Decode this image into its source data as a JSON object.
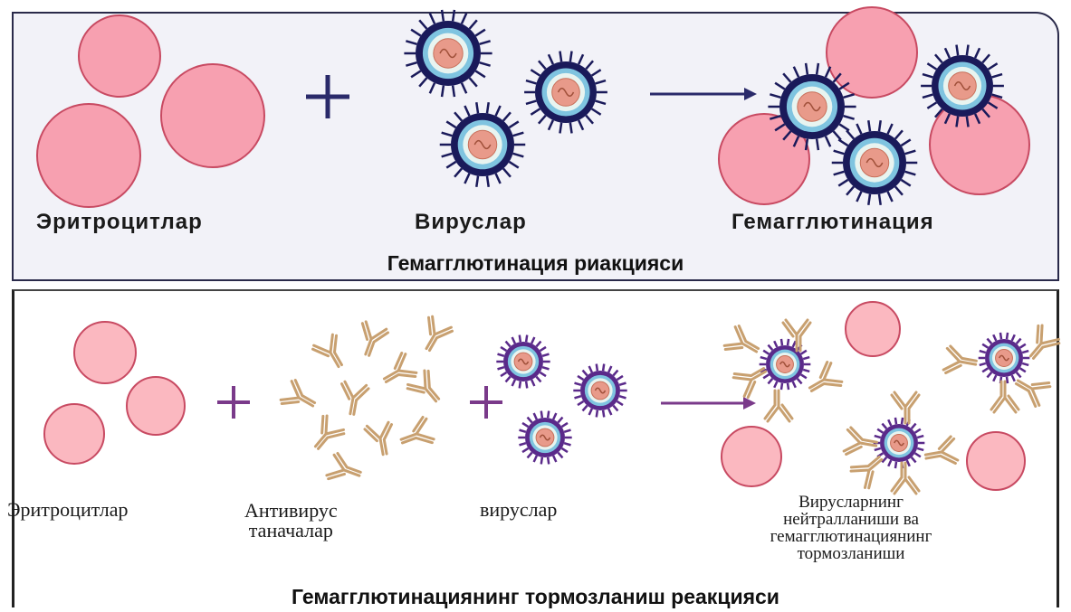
{
  "top_panel": {
    "labels": {
      "erythrocytes": "Эритроцитлар",
      "viruses": "Вируслар",
      "result": "Гемагглютинация"
    },
    "caption": "Гемагглютинация риакцияси"
  },
  "bottom_panel": {
    "labels": {
      "erythrocytes": "Эритроцитлар",
      "antibodies": "Антивирус\nтаначалар",
      "viruses": "вируслар",
      "result": "Вирусларнинг\nнейтралланиши ва\nгемагглютинациянинг\nтормозланиши"
    },
    "caption": "Гемагглютинациянинг тормозланиш реакцияси"
  },
  "colors": {
    "erythrocyte_fill": "#f7a0b0",
    "erythrocyte_stroke": "#c84a62",
    "virus_spike_top": "#1a1a5a",
    "virus_spike_bottom": "#5a2a8a",
    "antibody": "#c8a070",
    "plus_top": "#2a2a6a",
    "plus_bottom": "#7a3a8a"
  },
  "icons": [
    "erythrocyte-icon",
    "virus-icon",
    "antibody-icon",
    "plus-icon",
    "arrow-right-icon"
  ]
}
